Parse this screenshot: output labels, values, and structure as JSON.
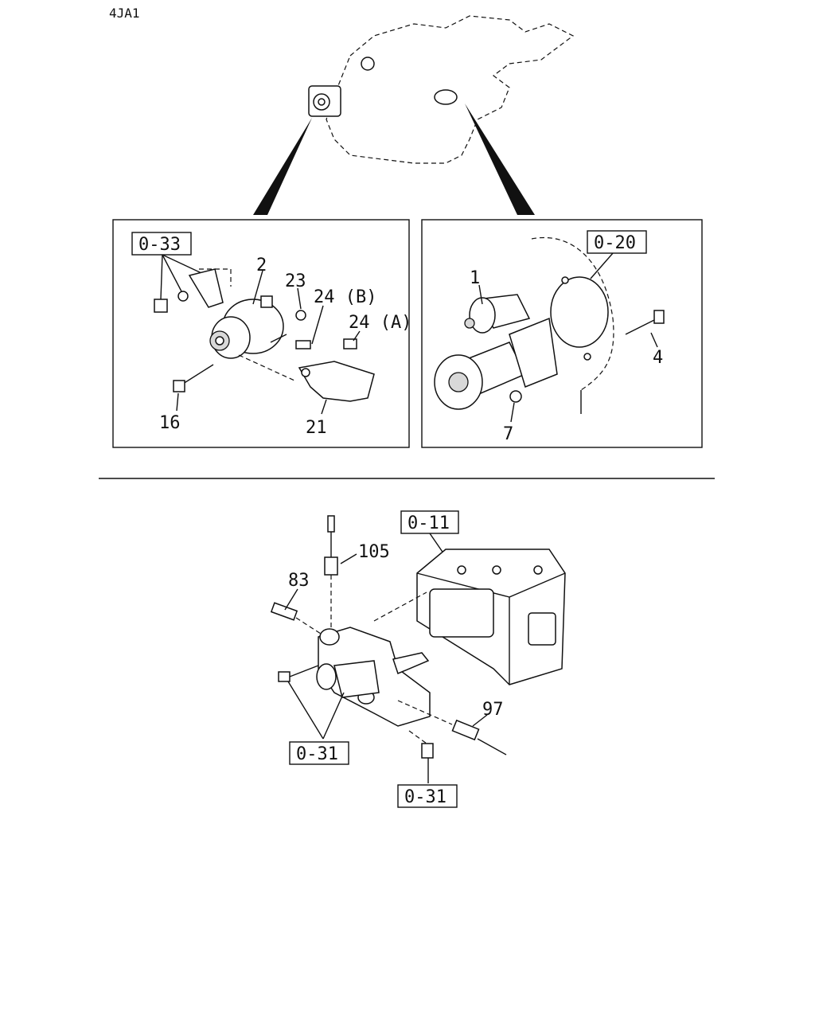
{
  "header": {
    "engine_code": "4JA1"
  },
  "upper_left": {
    "ref_box": "0-33",
    "callouts": [
      "2",
      "23",
      "24 (B)",
      "24 (A)",
      "16",
      "21"
    ]
  },
  "upper_right": {
    "ref_box": "0-20",
    "callouts": [
      "1",
      "4",
      "7"
    ]
  },
  "lower": {
    "ref_top": "0-11",
    "ref_left": "0-31",
    "ref_bottom": "0-31",
    "callouts": [
      "105",
      "83",
      "97"
    ]
  }
}
